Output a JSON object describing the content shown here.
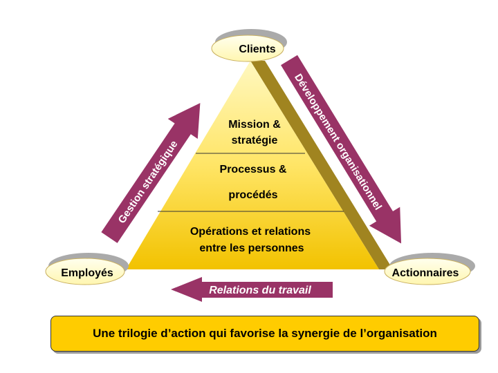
{
  "stakeholders": {
    "top": "Clients",
    "left": "Employés",
    "right": "Actionnaires"
  },
  "pyramid": {
    "top_line1": "Mission &",
    "top_line2": "stratégie",
    "middle_line1": "Processus &",
    "middle_line2": "procédés",
    "bottom_line1": "Opérations et relations",
    "bottom_line2": "entre les personnes"
  },
  "arrows": {
    "left": "Gestion stratégique",
    "right": "Développement organisationnel",
    "bottom": "Relations du travail"
  },
  "banner": "Une trilogie d’action qui favorise la synergie de l’organisation",
  "colors": {
    "arrow": "#993366",
    "pyramid_light": "#fff3a0",
    "pyramid_dark": "#f5c400",
    "pyramid_side": "#a08420",
    "banner": "#ffcc00",
    "ellipse_fill": "#ffffcc"
  }
}
